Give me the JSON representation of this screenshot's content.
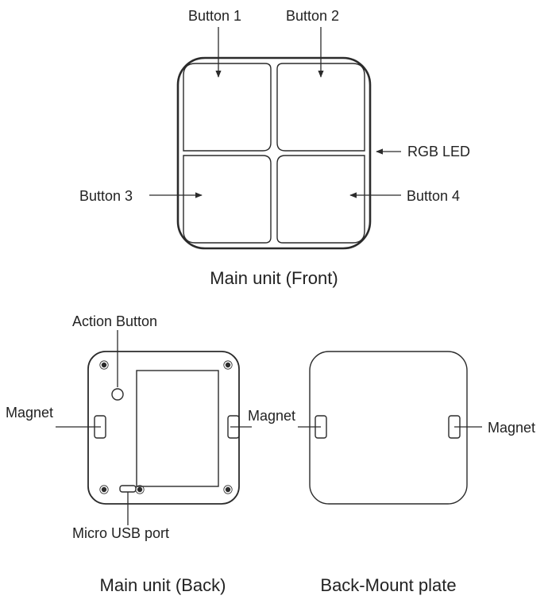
{
  "front": {
    "button1": "Button 1",
    "button2": "Button 2",
    "button3": "Button 3",
    "button4": "Button 4",
    "rgb_led": "RGB LED",
    "caption": "Main unit (Front)"
  },
  "back": {
    "action_button": "Action Button",
    "magnet_left": "Magnet",
    "magnet_right": "Magnet",
    "micro_usb": "Micro USB port",
    "caption": "Main unit (Back)"
  },
  "plate": {
    "magnet_right": "Magnet",
    "caption": "Back-Mount plate"
  }
}
